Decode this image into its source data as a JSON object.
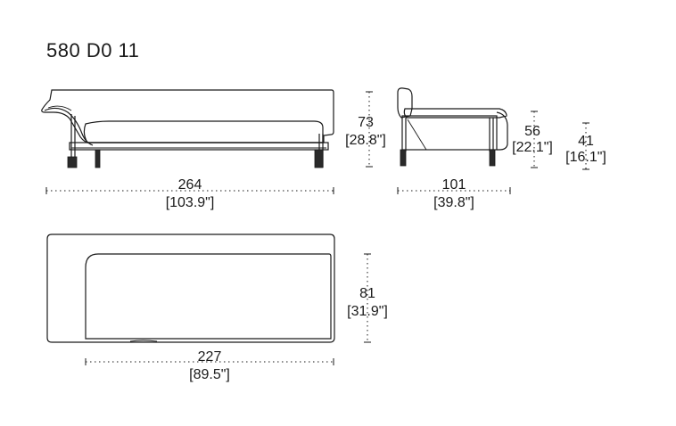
{
  "product_code": "580 D0 11",
  "front_view": {
    "width_cm": "264",
    "width_in": "[103.9\"]",
    "height_cm": "73",
    "height_in": "[28.8\"]"
  },
  "side_view": {
    "depth_cm": "101",
    "depth_in": "[39.8\"]",
    "armrest_height_cm": "56",
    "armrest_height_in": "[22.1\"]",
    "seat_height_cm": "41",
    "seat_height_in": "[16.1\"]"
  },
  "top_view": {
    "depth_cm": "81",
    "depth_in": "[31.9\"]",
    "seat_width_cm": "227",
    "seat_width_in": "[89.5\"]"
  }
}
